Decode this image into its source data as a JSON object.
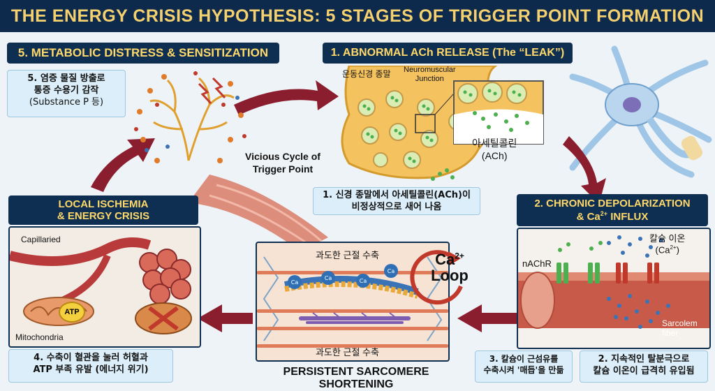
{
  "title": "THE ENERGY CRISIS HYPOTHESIS: 5 STAGES OF TRIGGER POINT FORMATION",
  "center_label": [
    "Vicious Cycle of",
    "Trigger Point"
  ],
  "stage5": {
    "header": "5. METABOLIC DISTRESS & SENSITIZATION",
    "note_lines": [
      "5. 염증 물질 방출로",
      "통증 수용기 감작",
      "(Substance P 등)"
    ]
  },
  "stage1": {
    "header": "1. ABNORMAL ACh RELEASE (The “LEAK”)",
    "label_terminal": "운동신경 종말",
    "label_nmj": [
      "Neuromuscular",
      "Junction"
    ],
    "label_ach": [
      "아세틸콜린",
      "(ACh)"
    ],
    "note_lines": [
      "1. 신경 종말에서 아세틸콜린(ACh)이",
      "비정상적으로 새어 나옴"
    ]
  },
  "stage2": {
    "header_line1": "2. CHRONIC DEPOLARIZATION",
    "header_line2_pre": "& Ca",
    "header_line2_sup": "2+",
    "header_line2_post": " INFLUX",
    "label_nachr": "nAChR",
    "label_calcium": "칼슘 이온",
    "label_calcium_sym": "(Ca",
    "label_calcium_sup": "2+",
    "label_calcium_end": ")",
    "label_sarcolemma": [
      "Sarcolem",
      "fiber"
    ],
    "note_lines": [
      "2. 지속적인 탈분극으로",
      "칼슘 이온이 급격히 유입됨"
    ]
  },
  "stage3": {
    "header": "PERSISTENT SARCOMERE SHORTENING",
    "label_top": "과도한 근절 수축",
    "label_bottom": "과도한 근절 수축",
    "loop_line1": "Ca",
    "loop_sup": "2+",
    "loop_line2": "Loop",
    "ion_label": "Ca",
    "note_lines": [
      "3. 칼슘이 근섬유를",
      "수축시켜 '매듭'을 만듦"
    ]
  },
  "stage4": {
    "header_lines": [
      "LOCAL ISCHEMIA",
      "& ENERGY CRISIS"
    ],
    "label_capillary": "Capillaried",
    "label_atp": "ATP",
    "label_mito": "Mitochondria",
    "note_lines": [
      "4. 수축이 혈관을 눌러 허혈과",
      "ATP 부족 유발 (에너지 위기)"
    ]
  },
  "colors": {
    "navy": "#0f2f52",
    "gold": "#ffd86a",
    "cycle_arrow": "#8b1e2e",
    "muscle": "#c85a4a",
    "ach": "#4caf50",
    "calcium": "#2f6fb5"
  }
}
